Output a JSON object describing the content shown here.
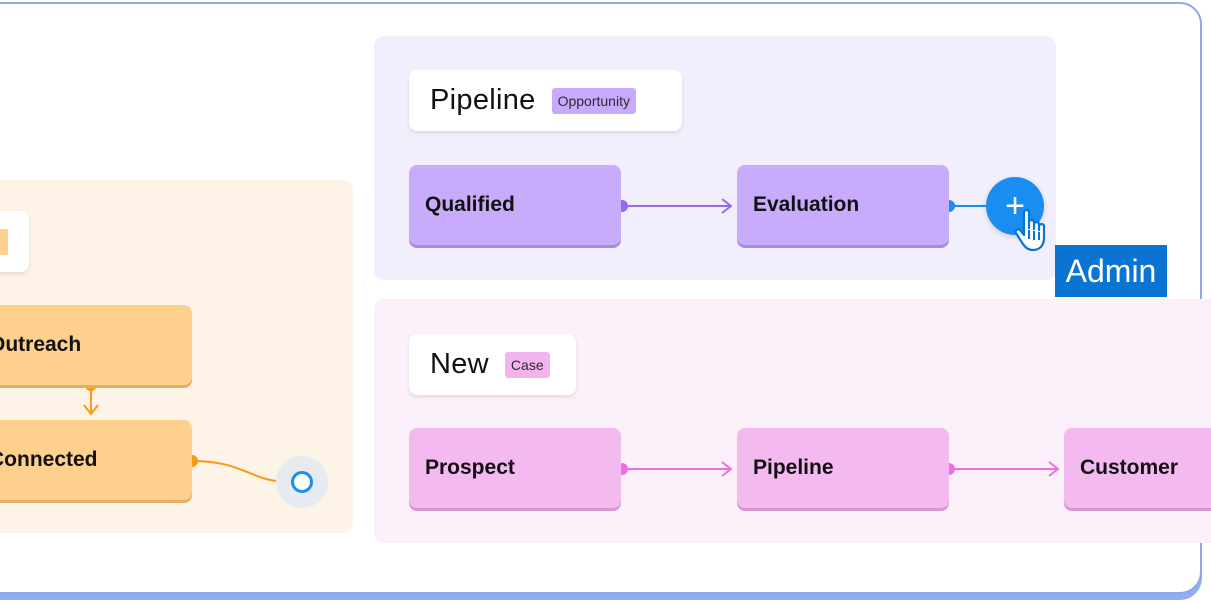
{
  "colors": {
    "purple_node": "#c8acfb",
    "pink_node": "#f4b9ef",
    "orange_node": "#fdd08e",
    "purple_wire": "#9a66f2",
    "pink_wire": "#ec6fe0",
    "orange_wire": "#f59b16",
    "blue_accent": "#1a8ef0",
    "admin_badge": "#0a74d2"
  },
  "left_group": {
    "nodes": [
      {
        "label": "Outreach"
      },
      {
        "label": "Connected"
      }
    ]
  },
  "pipeline_group": {
    "title": "Pipeline",
    "tag": "Opportunity",
    "nodes": [
      {
        "label": "Qualified"
      },
      {
        "label": "Evaluation"
      }
    ],
    "add_button": {
      "icon": "plus-icon",
      "symbol": "+"
    },
    "cursor_icon": "hand-pointer-icon",
    "badge": "Admin"
  },
  "case_group": {
    "title": "New",
    "tag": "Case",
    "nodes": [
      {
        "label": "Prospect"
      },
      {
        "label": "Pipeline"
      },
      {
        "label": "Customer"
      }
    ]
  }
}
